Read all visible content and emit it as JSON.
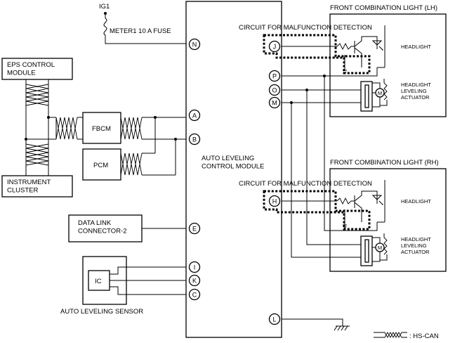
{
  "labels": {
    "ig1": "IG1",
    "fuse": "METER1 10 A FUSE",
    "eps": "EPS CONTROL\nMODULE",
    "instrument": "INSTRUMENT\nCLUSTER",
    "fbcm": "FBCM",
    "pcm": "PCM",
    "dlc": "DATA LINK\nCONNECTOR-2",
    "ic": "IC",
    "sensor": "AUTO LEVELING SENSOR",
    "alcm": "AUTO LEVELING\nCONTROL MODULE",
    "front_lh": "FRONT COMBINATION LIGHT (LH)",
    "front_rh": "FRONT COMBINATION LIGHT (RH)",
    "malf_lh": "CIRCUIT FOR MALFUNCTION DETECTION",
    "malf_rh": "CIRCUIT FOR MALFUNCTION DETECTION",
    "headlight_lh": "HEADLIGHT",
    "headlight_rh": "HEADLIGHT",
    "actuator_lh": "HEADLIGHT\nLEVELING\nACTUATOR",
    "actuator_rh": "HEADLIGHT\nLEVELING\nACTUATOR",
    "motor": "M",
    "legend": ": HS-CAN"
  },
  "pins": {
    "N": "N",
    "A": "A",
    "B": "B",
    "E": "E",
    "I": "I",
    "K": "K",
    "C": "C",
    "L": "L",
    "J": "J",
    "P": "P",
    "O": "O",
    "M": "M",
    "H": "H"
  }
}
